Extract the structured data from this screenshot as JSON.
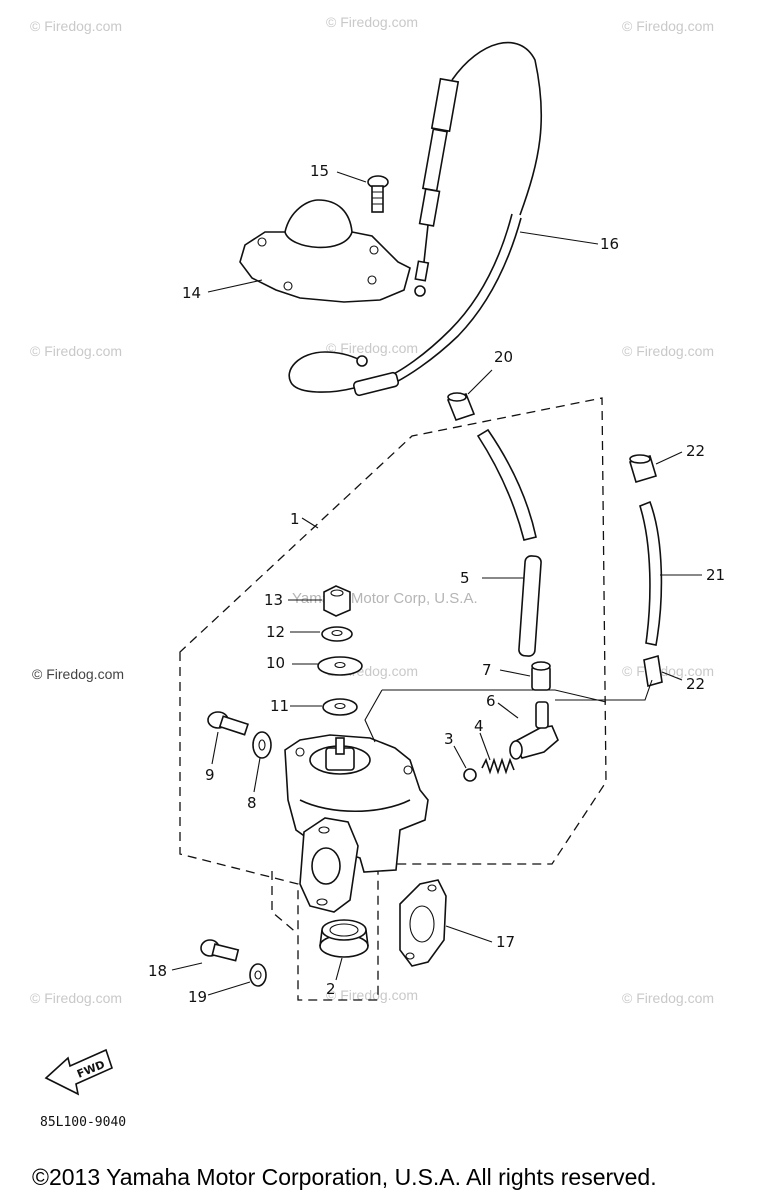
{
  "watermarks": {
    "label": "© Firedog.com",
    "corp_overlay": "Yamaha Motor Corp, U.S.A."
  },
  "callouts": {
    "c1": "1",
    "c2": "2",
    "c3": "3",
    "c4": "4",
    "c5": "5",
    "c6": "6",
    "c7": "7",
    "c8": "8",
    "c9": "9",
    "c10": "10",
    "c11": "11",
    "c12": "12",
    "c13": "13",
    "c14": "14",
    "c15": "15",
    "c16": "16",
    "c17": "17",
    "c18": "18",
    "c19": "19",
    "c20": "20",
    "c21": "21",
    "c22a": "22",
    "c22b": "22"
  },
  "fwd_label": "FWD",
  "diagram_code": "85L100-9040",
  "copyright": "©2013 Yamaha Motor Corporation, U.S.A. All rights reserved."
}
